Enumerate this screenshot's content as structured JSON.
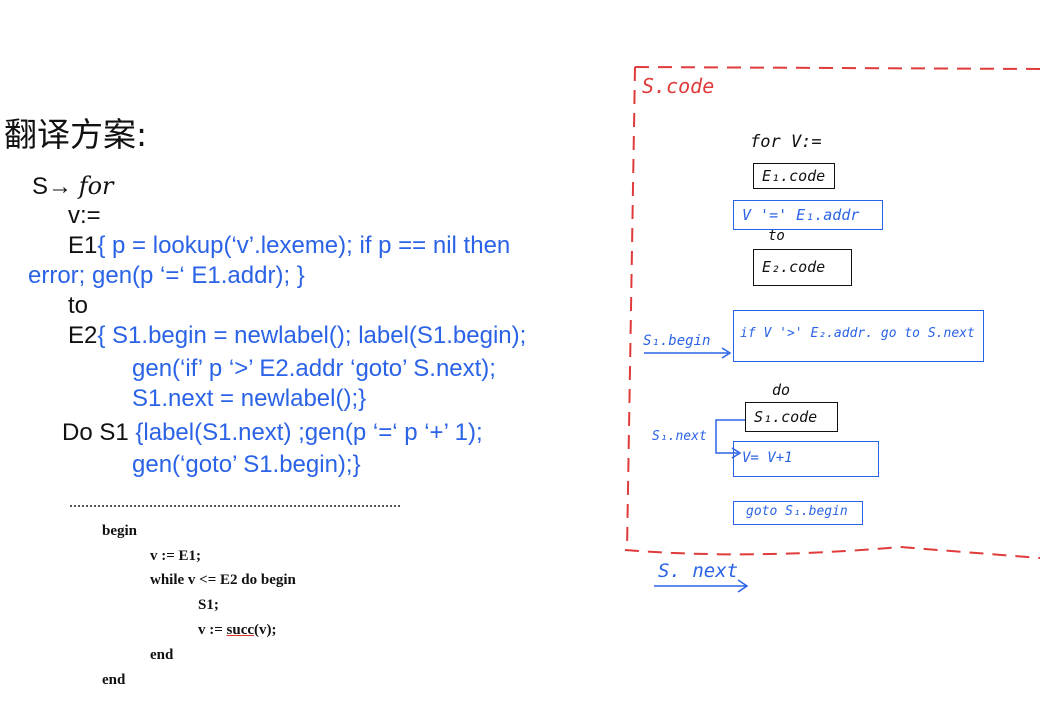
{
  "title": "翻译方案:",
  "scheme": {
    "s_arrow": "S→ ",
    "for_kw": "for",
    "assign": "v:=",
    "e1": "E1",
    "e1_action_a": "{ p = lookup(‘v’.lexeme); if p == nil then",
    "e1_action_b": "error; gen(p ‘=‘ E1.addr); }",
    "to": "to",
    "e2": "E2",
    "e2_action_a": "{   S1.begin = newlabel(); label(S1.begin);",
    "e2_action_b": "gen(‘if’ p ‘>’ E2.addr ‘goto’ S.next);",
    "e2_action_c": "S1.next = newlabel();}",
    "do_s1": "Do S1",
    "s1_action_a": "{label(S1.next) ;gen(p ‘=‘ p ‘+’ 1);",
    "s1_action_b": "gen(‘goto’ S1.begin);}"
  },
  "pseudocode": {
    "lines": [
      "begin",
      "v := E1;",
      "while v <= E2 do begin",
      "S1;",
      "v := succ(v);",
      "end",
      "end"
    ]
  },
  "diagram": {
    "s_code": "S.code",
    "for_label": "for V:=",
    "e1_code": "E₁.code",
    "v_assign": "V '=' E₁.addr",
    "to_label": "to",
    "e2_code": "E₂.code",
    "s1_begin": "S₁.begin",
    "if_box": "if  V '>' E₂.addr. go to S.next",
    "do_label": "do",
    "s1_code": "S₁.code",
    "s1_next": "S₁.next",
    "increment": "V= V+1",
    "goto_box": "goto  S₁.begin",
    "s_next": "S. next",
    "colors": {
      "blue": "#2b63e6",
      "red": "#e03b3b",
      "black": "#111111"
    }
  }
}
